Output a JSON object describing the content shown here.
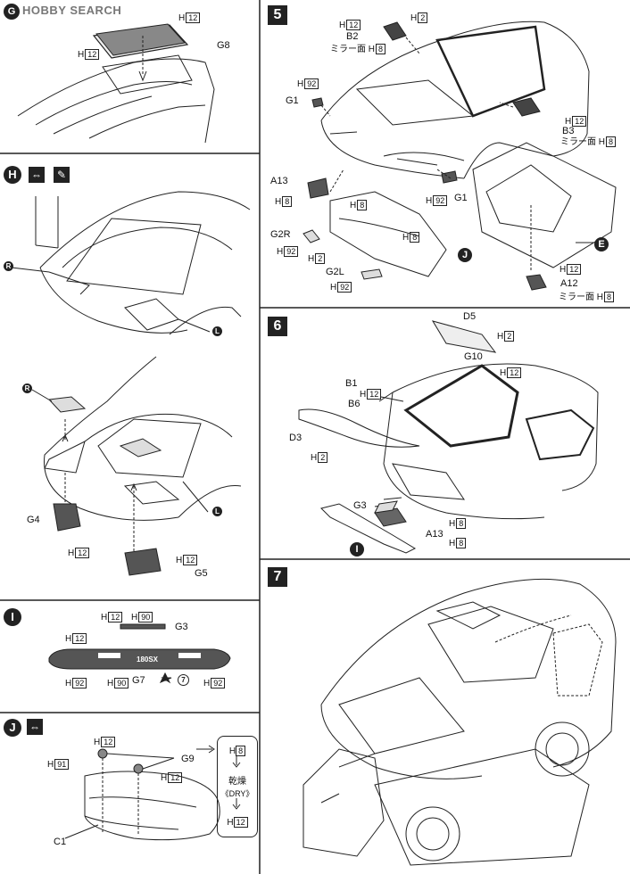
{
  "watermark": "HOBBY SEARCH",
  "steps": {
    "s5": "5",
    "s6": "6",
    "s7": "7"
  },
  "sections": {
    "H": "H",
    "I": "I",
    "J": "J",
    "G": "G"
  },
  "sectionG": {
    "h12_a": "12",
    "h12_b": "12",
    "g8": "G8"
  },
  "sectionH": {
    "r_top": "R",
    "l_top": "L",
    "r_mid": "R",
    "l_mid": "L",
    "g4": "G4",
    "g4_h": "12",
    "g5": "G5",
    "g5_h": "12"
  },
  "sectionI": {
    "h12_a": "12",
    "h90_a": "90",
    "g3": "G3",
    "h12_b": "12",
    "h92_a": "92",
    "h90_b": "90",
    "g7": "G7",
    "seven": "7",
    "h92_b": "92",
    "plate_text": "180SX"
  },
  "sectionJ": {
    "h12_top": "12",
    "h91": "91",
    "g9": "G9",
    "h12_mid": "12",
    "c1": "C1",
    "dry_h8": "8",
    "dry_kanji": "乾燥",
    "dry_word": "《DRY》",
    "dry_h12": "12"
  },
  "step5": {
    "h2": "2",
    "h12_b2": "12",
    "b2": "B2",
    "mirror1": "ミラー面",
    "mirror1_h": "8",
    "h92_g1": "92",
    "g1_left": "G1",
    "h12_b3": "12",
    "b3": "B3",
    "mirror2": "ミラー面",
    "mirror2_h": "8",
    "a13": "A13",
    "a13_h": "8",
    "h8_a": "8",
    "g1_right": "G1",
    "g1_right_h": "92",
    "g2r": "G2R",
    "g2r_h": "92",
    "h2_mid": "2",
    "h8_b": "8",
    "j": "J",
    "e": "E",
    "g2l": "G2L",
    "g2l_h": "92",
    "h12_a12": "12",
    "a12": "A12",
    "mirror3": "ミラー面",
    "mirror3_h": "8"
  },
  "step6": {
    "d5": "D5",
    "d5_h": "2",
    "g10": "G10",
    "h12_g10": "12",
    "b1": "B1",
    "b1_h": "12",
    "b6": "B6",
    "d3": "D3",
    "d3_h": "2",
    "g3": "G3",
    "a13": "A13",
    "h8_a": "8",
    "h8_b": "8",
    "i": "I"
  }
}
